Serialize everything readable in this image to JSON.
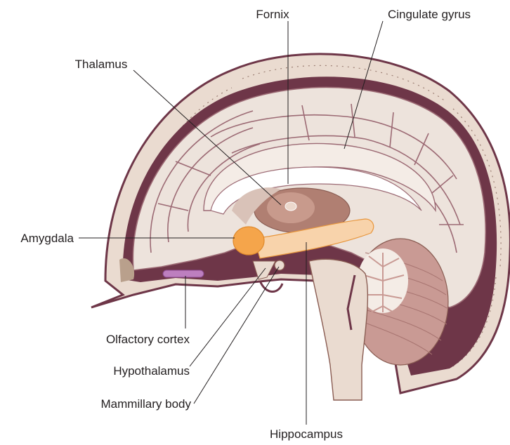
{
  "diagram": {
    "labels": {
      "fornix": "Fornix",
      "cingulate_gyrus": "Cingulate gyrus",
      "thalamus": "Thalamus",
      "amygdala": "Amygdala",
      "olfactory_cortex": "Olfactory cortex",
      "hypothalamus": "Hypothalamus",
      "mammillary_body": "Mammillary body",
      "hippocampus": "Hippocampus"
    },
    "colors": {
      "skull": "#eadbd0",
      "meninges": "#6e3648",
      "cortex": "#ede3dc",
      "sulcus": "#9c6a74",
      "thalamus": "#b07f72",
      "fornix": "#f4ece6",
      "amygdala": "#f5a54b",
      "hippocampus": "#f8d3ab",
      "olfactory": "#bd7fbf",
      "cerebellum": "#c99a94",
      "brainstem": "#eadbd0"
    }
  }
}
